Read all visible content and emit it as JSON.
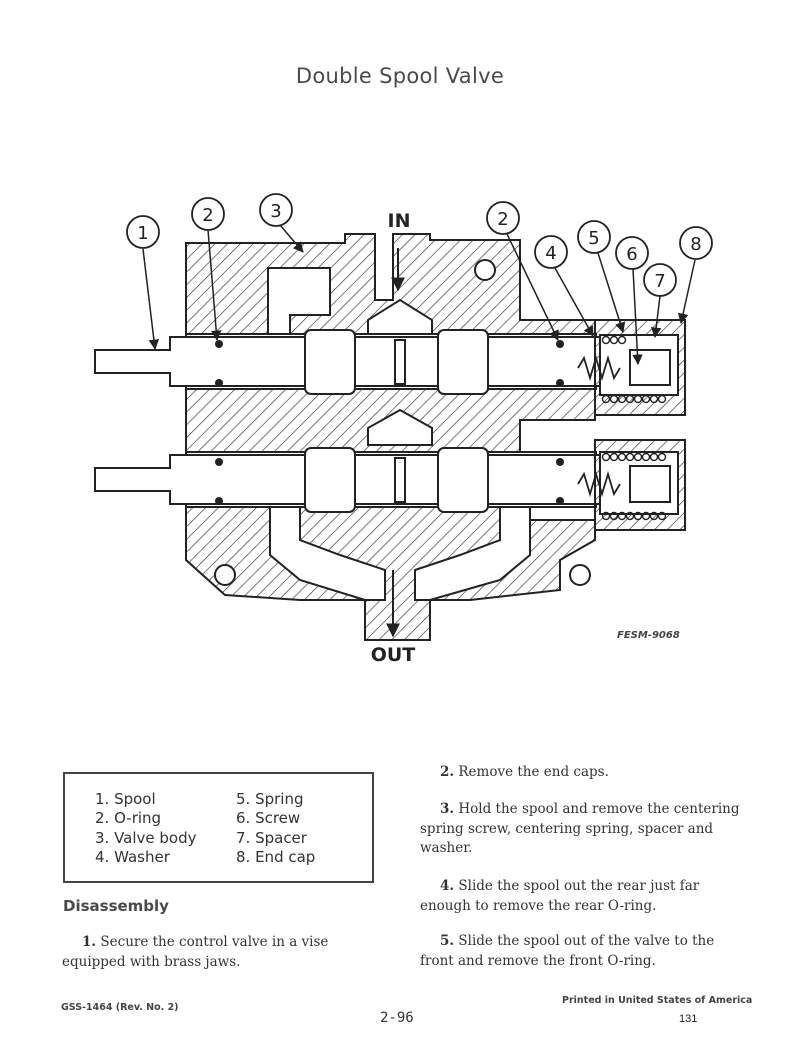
{
  "page": {
    "title": "Double Spool Valve"
  },
  "figure": {
    "in_label": "IN",
    "out_label": "OUT",
    "figure_id": "FESM-9068",
    "callouts": [
      "1",
      "2",
      "3",
      "2",
      "4",
      "5",
      "6",
      "7",
      "8"
    ]
  },
  "legend": {
    "col1": [
      "1. Spool",
      "2. O-ring",
      "3. Valve body",
      "4. Washer"
    ],
    "col2": [
      "5. Spring",
      "6. Screw",
      "7. Spacer",
      "8. End cap"
    ]
  },
  "disassembly": {
    "heading": "Disassembly",
    "steps": [
      {
        "num": "1.",
        "text": "Secure the control valve in a vise equipped with brass jaws."
      },
      {
        "num": "2.",
        "text": "Remove the end caps."
      },
      {
        "num": "3.",
        "text": "Hold the spool and remove the centering spring screw, centering spring, spacer and washer."
      },
      {
        "num": "4.",
        "text": "Slide the spool out the rear just far enough to remove the rear O-ring."
      },
      {
        "num": "5.",
        "text": "Slide the spool out of the valve to the front and remove the front O-ring."
      }
    ]
  },
  "footer": {
    "doc_ref": "GSS-1464 (Rev. No. 2)",
    "page_code": "2-96",
    "printed": "Printed in United States of America",
    "page_number": "131"
  }
}
